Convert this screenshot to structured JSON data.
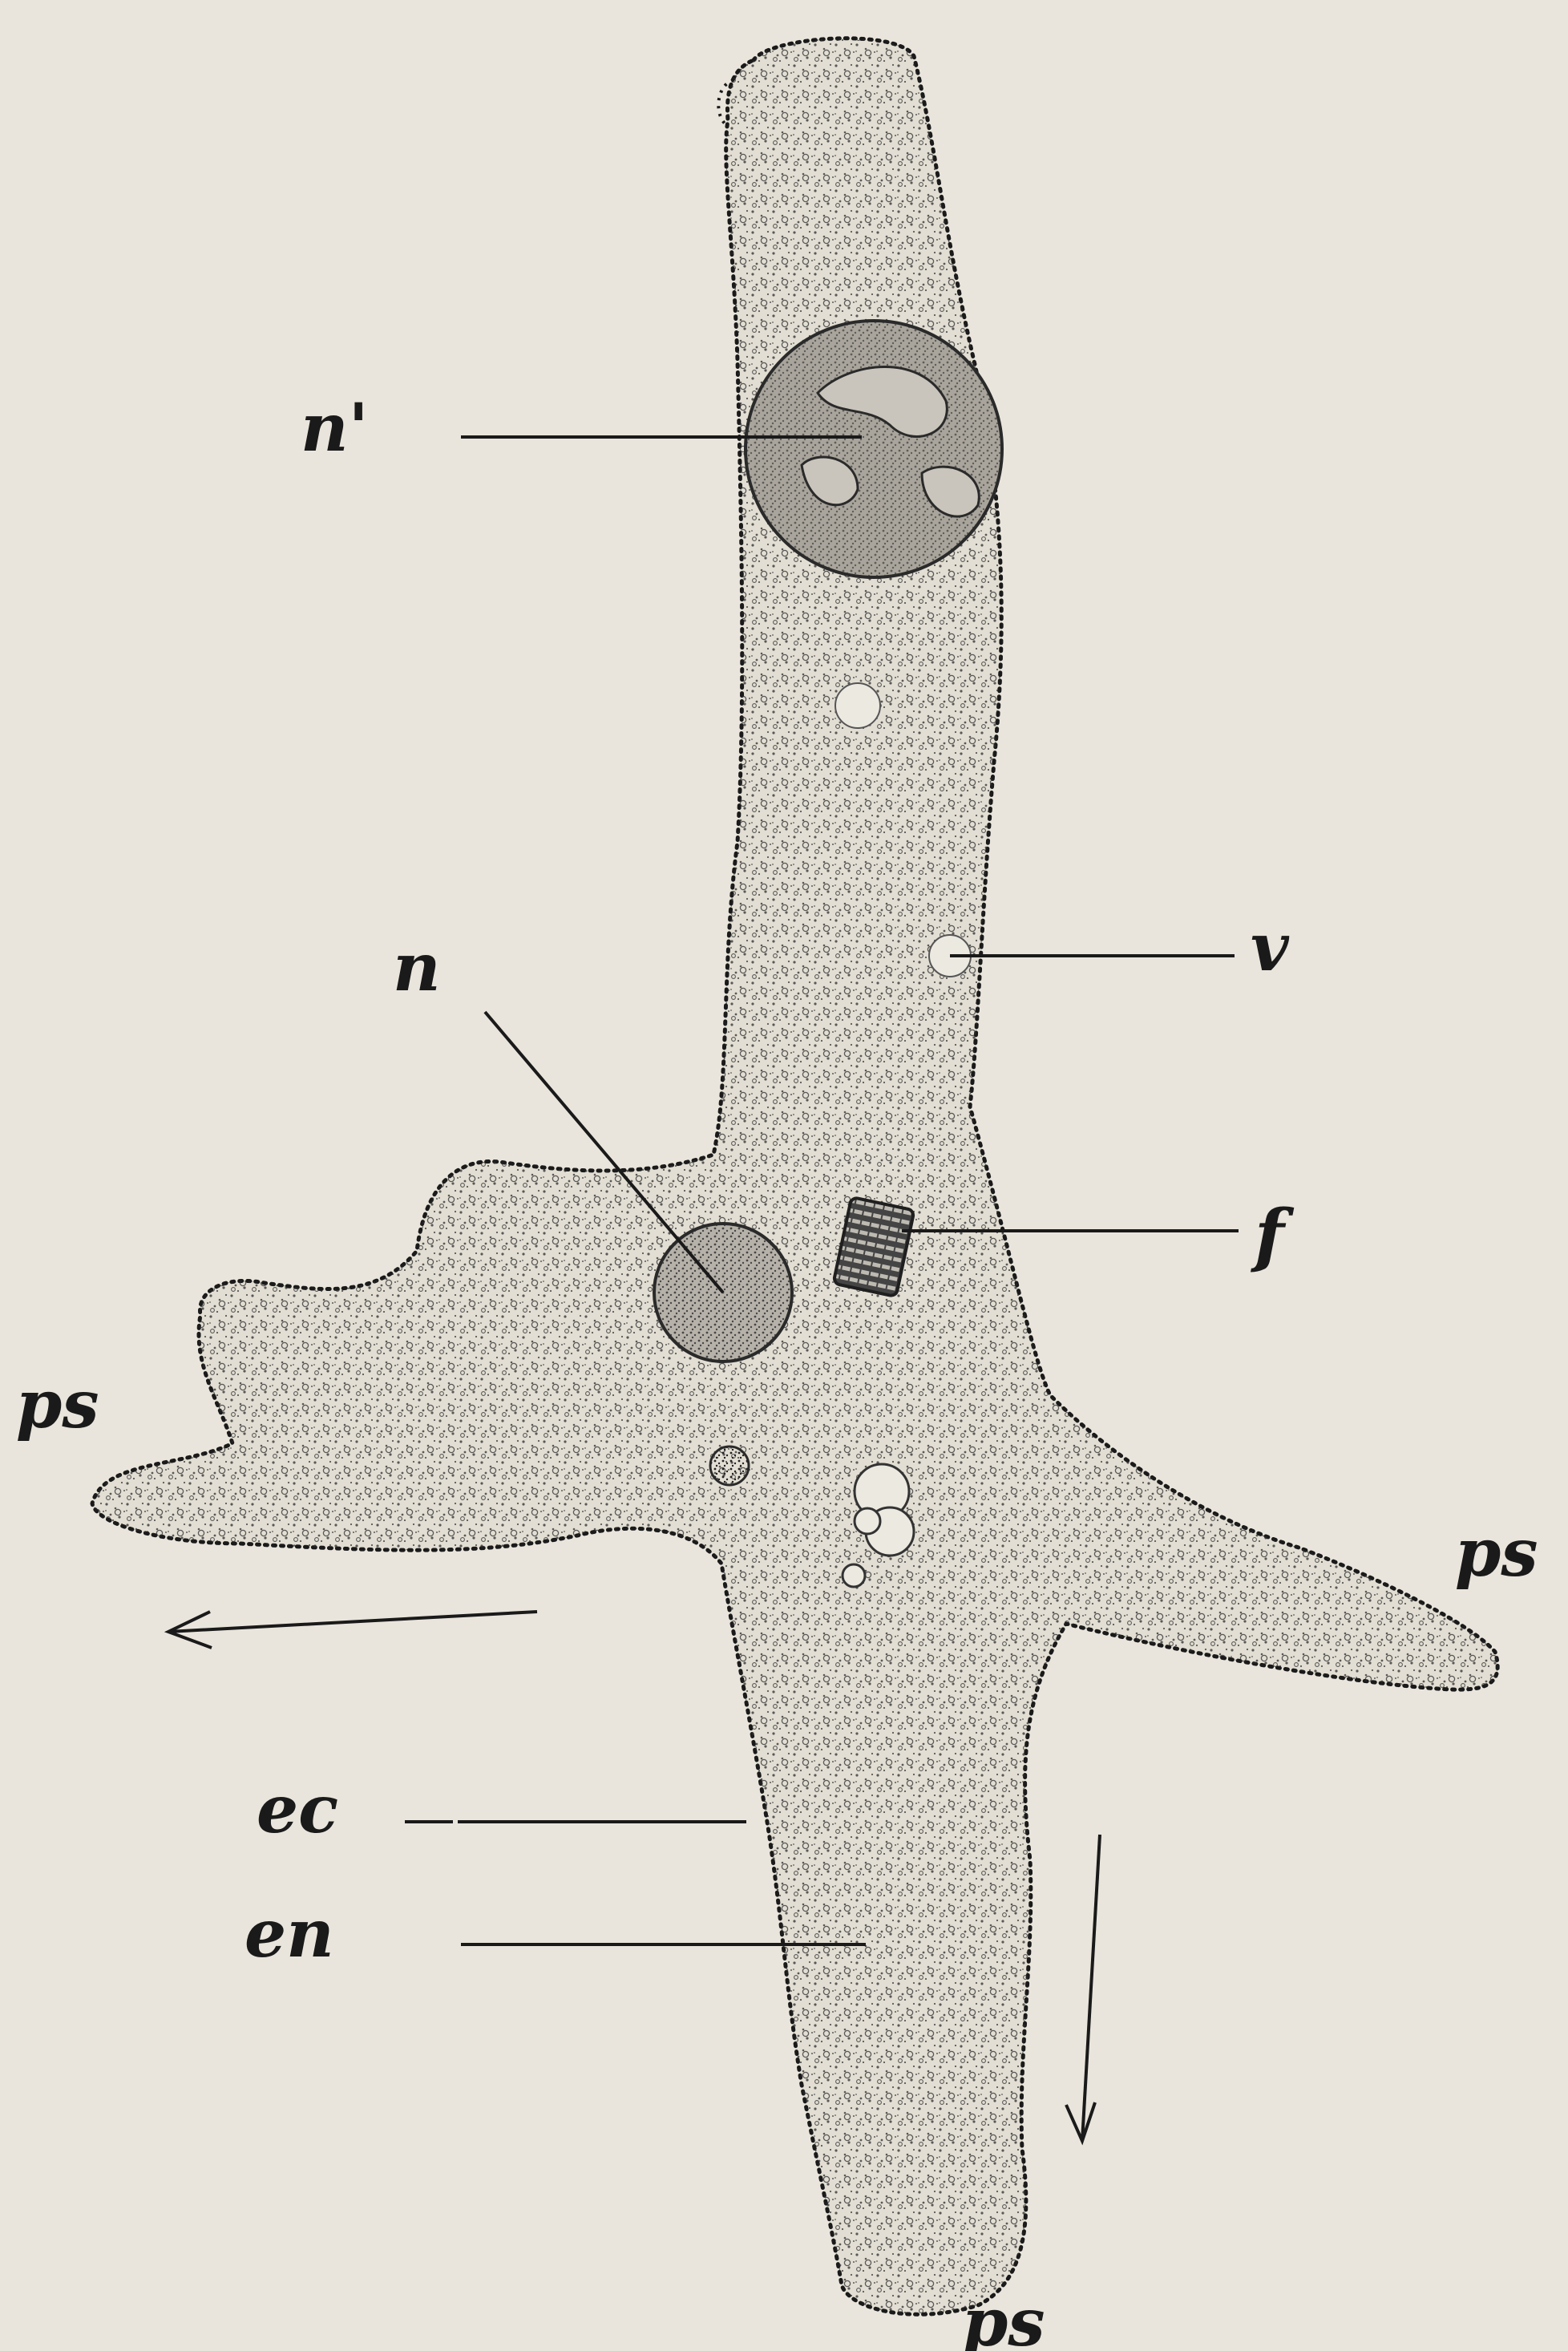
{
  "figure": {
    "labels": {
      "nucleus_secondary": "n'",
      "nucleus": "n",
      "vacuole": "v",
      "food": "f",
      "pseudopod_left": "ps",
      "pseudopod_right": "ps",
      "pseudopod_bottom": "ps",
      "ectoplasm": "ec",
      "endoplasm": "en"
    },
    "colors": {
      "paper": "#e9e5dc",
      "cell_fill": "#e2ded3",
      "ink": "#1a1a1a"
    }
  }
}
